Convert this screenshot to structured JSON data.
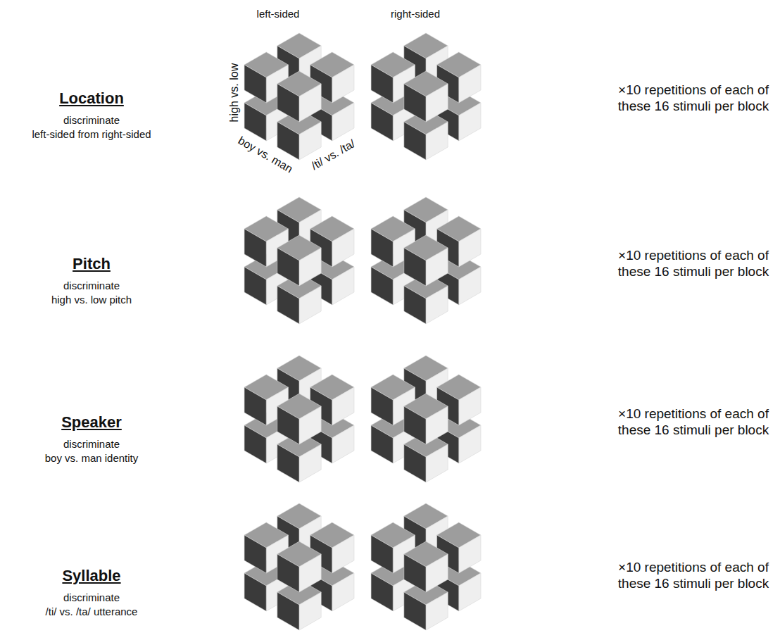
{
  "diagram": {
    "labels": [
      "left-sided",
      "right-sided",
      "Location",
      "discriminate",
      "left-sided from right-sided",
      "high vs. low",
      "boy vs. man",
      "/ti/ vs. /ta/",
      "×10 repetitions of each of these 16 stimuli per block",
      "Pitch",
      "discriminate",
      "high vs. low pitch",
      "×10 repetitions of each of these 16 stimuli per block",
      "Speaker",
      "discriminate",
      "boy vs. man identity",
      "×10 repetitions of each of these 16 stimuli per block",
      "Syllable",
      "discriminate",
      "/ti/ vs. /ta/ utterance",
      "×10 repetitions of each of these 16 stimuli per block"
    ]
  }
}
